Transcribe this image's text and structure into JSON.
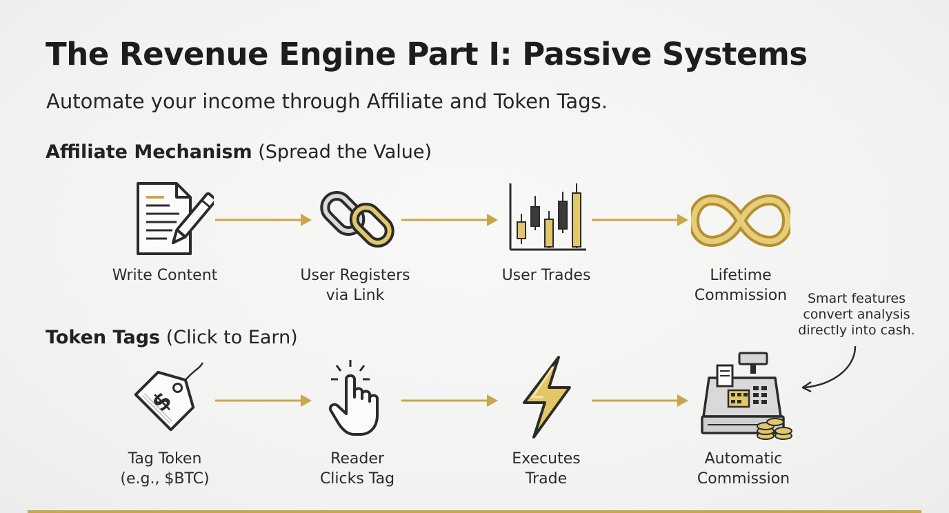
{
  "title": "The Revenue Engine Part I: Passive Systems",
  "subtitle": "Automate your income through Affiliate and Token Tags.",
  "affiliate": {
    "heading_bold": "Affiliate Mechanism",
    "heading_rest": " (Spread the Value)",
    "steps": [
      {
        "label": "Write Content",
        "icon": "document-pen-icon"
      },
      {
        "label": "User Registers\nvia Link",
        "icon": "chain-link-icon"
      },
      {
        "label": "User Trades",
        "icon": "candlestick-chart-icon"
      },
      {
        "label": "Lifetime\nCommission",
        "icon": "infinity-icon"
      }
    ]
  },
  "token_tags": {
    "heading_bold": "Token Tags",
    "heading_rest": " (Click to Earn)",
    "steps": [
      {
        "label": "Tag Token\n(e.g., $BTC)",
        "icon": "price-tag-dollar-icon"
      },
      {
        "label": "Reader\nClicks Tag",
        "icon": "pointer-click-icon"
      },
      {
        "label": "Executes\nTrade",
        "icon": "lightning-bolt-icon"
      },
      {
        "label": "Automatic\nCommission",
        "icon": "cash-register-icon"
      }
    ]
  },
  "annotation": "Smart features\nconvert analysis\ndirectly into cash.",
  "colors": {
    "gold": "#c9a64a",
    "gold_light": "#e6cd7a",
    "ink": "#2b2b2b",
    "accent_rule": "#c9a64a"
  }
}
